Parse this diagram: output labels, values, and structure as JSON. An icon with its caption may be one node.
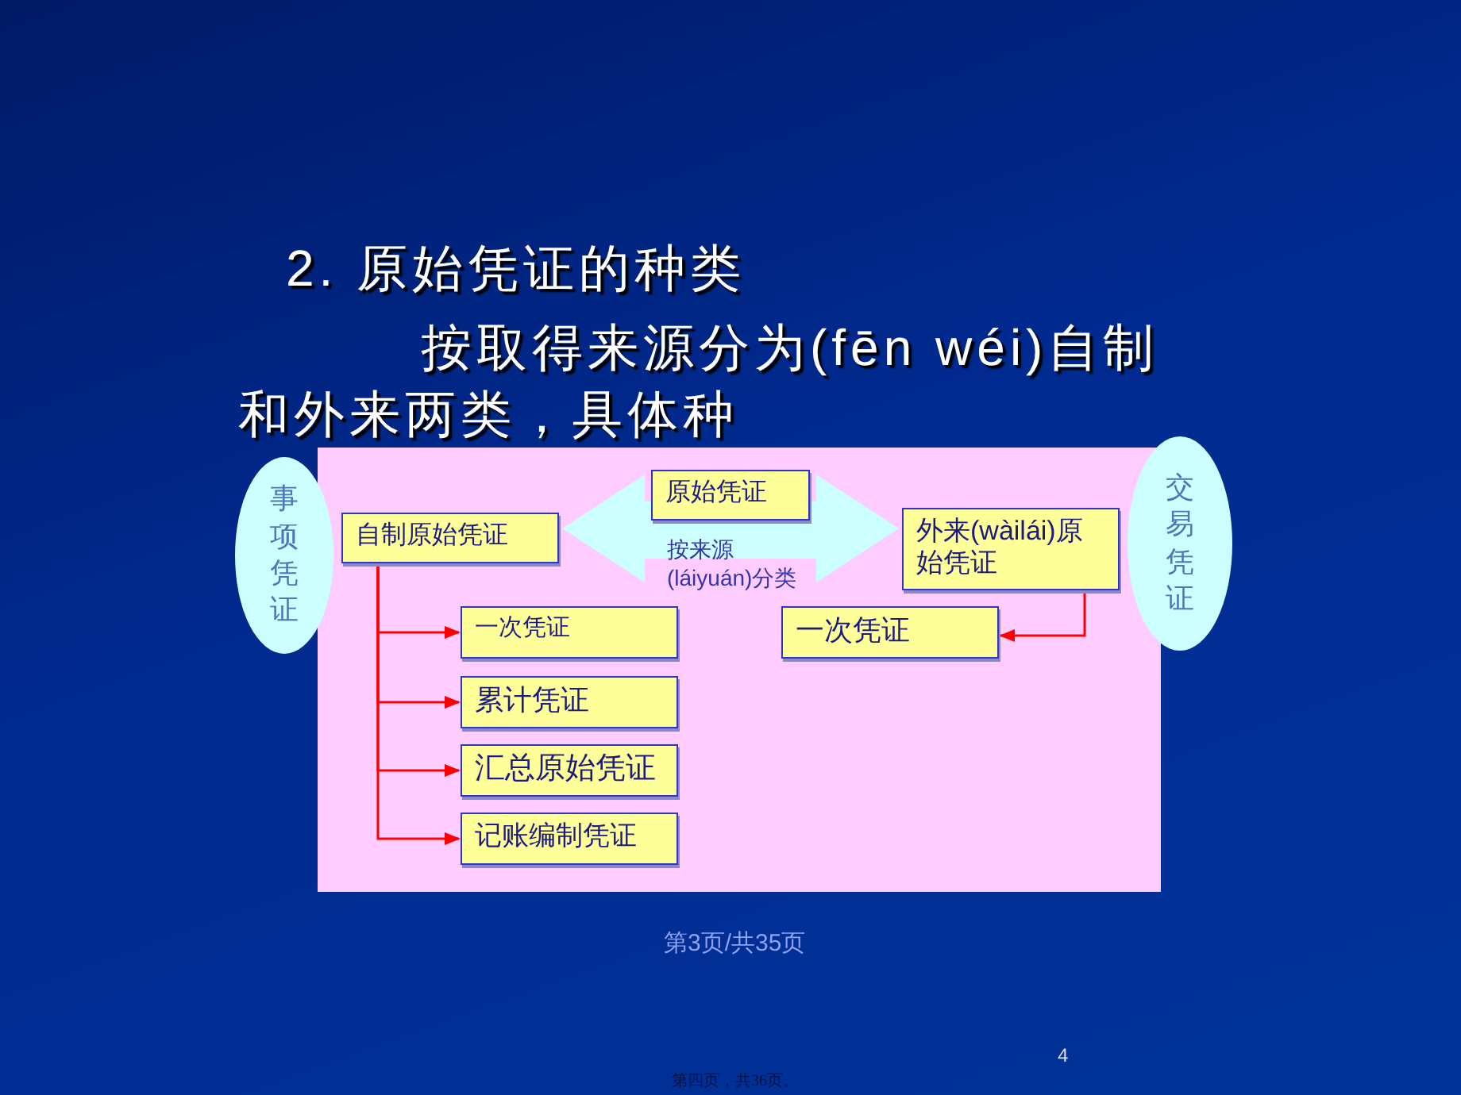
{
  "diagram": {
    "title": "2. 原始凭证的种类",
    "nodes": [
      {
        "text": [
          "事项凭证"
        ]
      },
      {
        "text": [
          "交易凭证"
        ]
      },
      {
        "text": [
          "原始凭证"
        ]
      },
      {
        "text": [
          "自制原始凭证"
        ]
      },
      {
        "text": [
          "外来(wàilái)原始凭证"
        ]
      },
      {
        "text": [
          "一次凭证"
        ]
      },
      {
        "text": [
          "累计凭证"
        ]
      },
      {
        "text": [
          "汇总原始凭证"
        ]
      },
      {
        "text": [
          "记账编制凭证"
        ]
      },
      {
        "text": [
          "一次凭证"
        ]
      }
    ],
    "edges": [
      {
        "from": 3,
        "to": 4,
        "arrow": "both",
        "label": "按来源(láiyuán)分类",
        "style": "thick",
        "color": "#ccffff"
      },
      {
        "from": 3,
        "to": 5,
        "arrow": "to"
      },
      {
        "from": 3,
        "to": 6,
        "arrow": "to"
      },
      {
        "from": 3,
        "to": 7,
        "arrow": "to"
      },
      {
        "from": 3,
        "to": 8,
        "arrow": "to"
      },
      {
        "from": 4,
        "to": 9,
        "arrow": "to"
      }
    ],
    "labels": [
      "按取得来源分为(fēn wéi)自制和外来两类，具体种",
      "第3页/共35页",
      "4",
      "第四页，共36页。"
    ]
  }
}
